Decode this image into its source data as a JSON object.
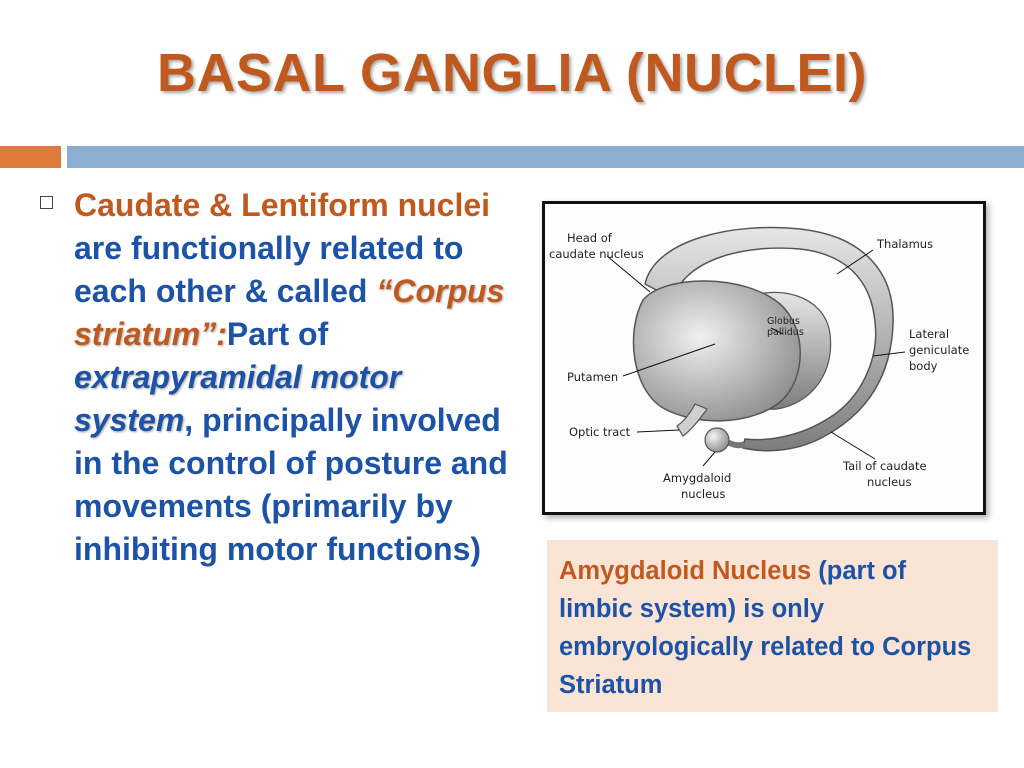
{
  "slide": {
    "title": "BASAL GANGLIA (NUCLEI)"
  },
  "bullet": {
    "p1": "Caudate & Lentiform nuclei",
    "p2": " are functionally related to each other & called ",
    "p3": "“Corpus striatum”:",
    "p4": "Part of ",
    "p5": "extrapyramidal motor system",
    "p6": ", principally involved in the control of posture and movements (primarily by inhibiting motor functions)"
  },
  "figure": {
    "labels": {
      "head_caudate_1": "Head of",
      "head_caudate_2": "caudate nucleus",
      "thalamus": "Thalamus",
      "globus_1": "Globus",
      "globus_2": "pallidus",
      "lateral_1": "Lateral",
      "lateral_2": "geniculate",
      "lateral_3": "body",
      "putamen": "Putamen",
      "optic": "Optic tract",
      "amygdaloid_1": "Amygdaloid",
      "amygdaloid_2": "nucleus",
      "tail_1": "Tail of caudate",
      "tail_2": "nucleus"
    }
  },
  "note": {
    "highlight": "Amygdaloid Nucleus",
    "rest": " (part of limbic system) is only embryologically related to Corpus Striatum"
  }
}
